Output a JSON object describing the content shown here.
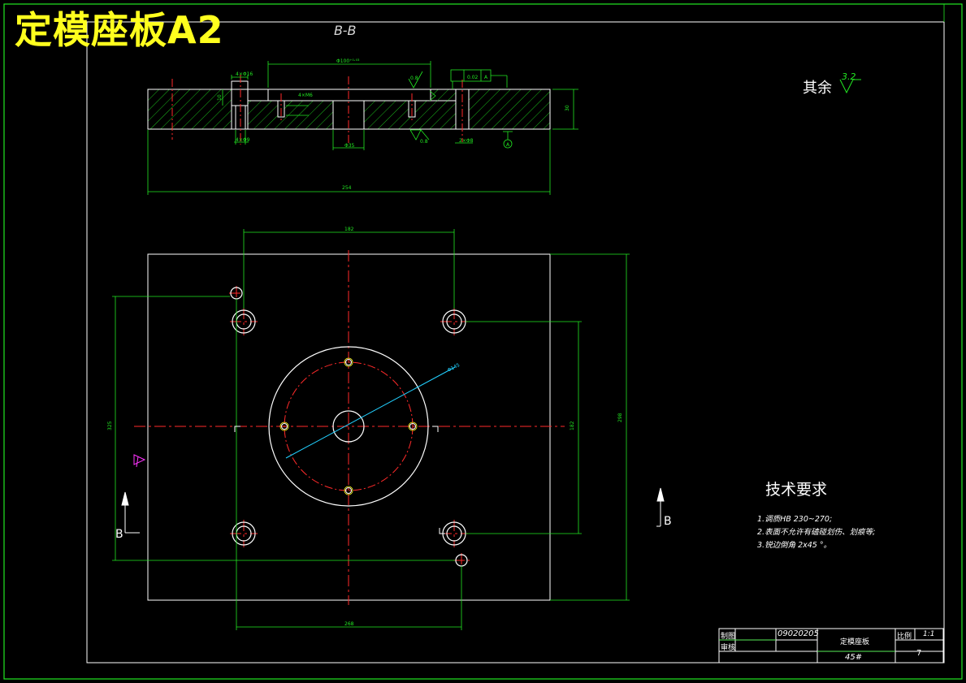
{
  "title": "定模座板A2",
  "section_label": "B-B",
  "surface_finish": {
    "label": "其余",
    "value": "3.2"
  },
  "section_markers": {
    "left": "B",
    "right": "B"
  },
  "datum_label": "A",
  "tolerance_frame": {
    "symbol": "//",
    "value": "0.02",
    "datum": "A"
  },
  "roughness_marks": [
    "0.8",
    "0.8"
  ],
  "technical_requirements": {
    "title": "技术要求",
    "items": [
      "1.调质HB 230~270;",
      "2.表面不允许有磕碰划伤、划痕等;",
      "3.锐边倒角 2x45 °。"
    ]
  },
  "title_block": {
    "drawn_label": "制图",
    "review_label": "审核",
    "drawing_no": "09020205",
    "part_name": "定模座板",
    "material": "45#",
    "scale_label": "比例",
    "scale_value": "1:1",
    "sheet": "7"
  },
  "colors": {
    "background": "#000000",
    "outline": "#ffffff",
    "dimension": "#22e822",
    "centerline": "#ff2a2a",
    "title": "#ffff1e",
    "leader": "#22d0ff",
    "weld": "#ff33ff"
  }
}
